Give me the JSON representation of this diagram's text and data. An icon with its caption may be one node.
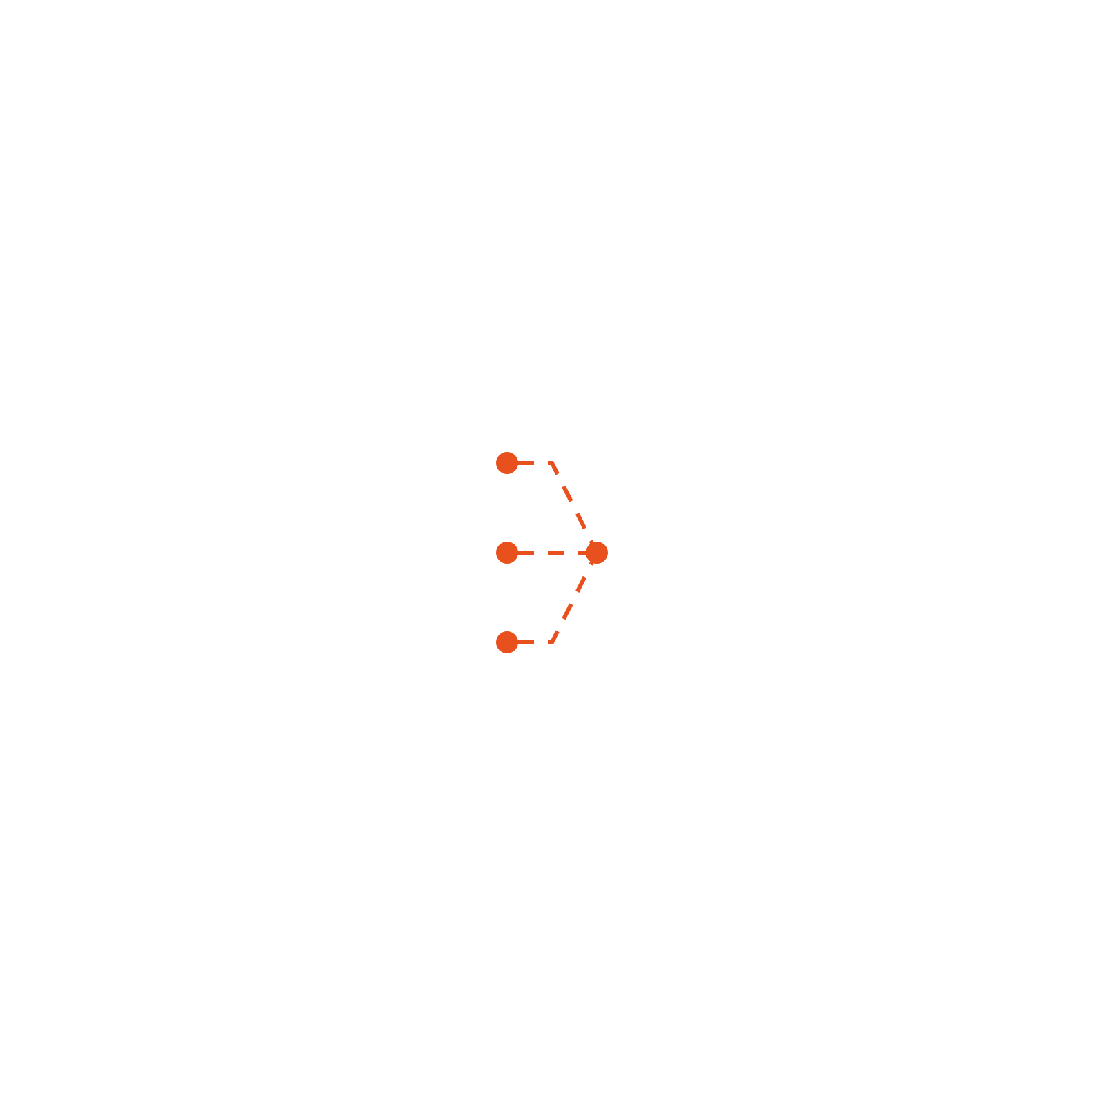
{
  "diagram": {
    "nodes": [
      {
        "text": [],
        "shape": "circle"
      },
      {
        "text": [],
        "shape": "circle"
      },
      {
        "text": [],
        "shape": "circle"
      },
      {
        "text": [],
        "shape": "circle"
      }
    ],
    "edges": [
      {
        "from": 0,
        "to": 2,
        "arrow": "none",
        "style": "dashed"
      },
      {
        "from": 1,
        "to": 2,
        "arrow": "none",
        "style": "dashed"
      },
      {
        "from": 3,
        "to": 2,
        "arrow": "none",
        "style": "dashed"
      }
    ]
  }
}
